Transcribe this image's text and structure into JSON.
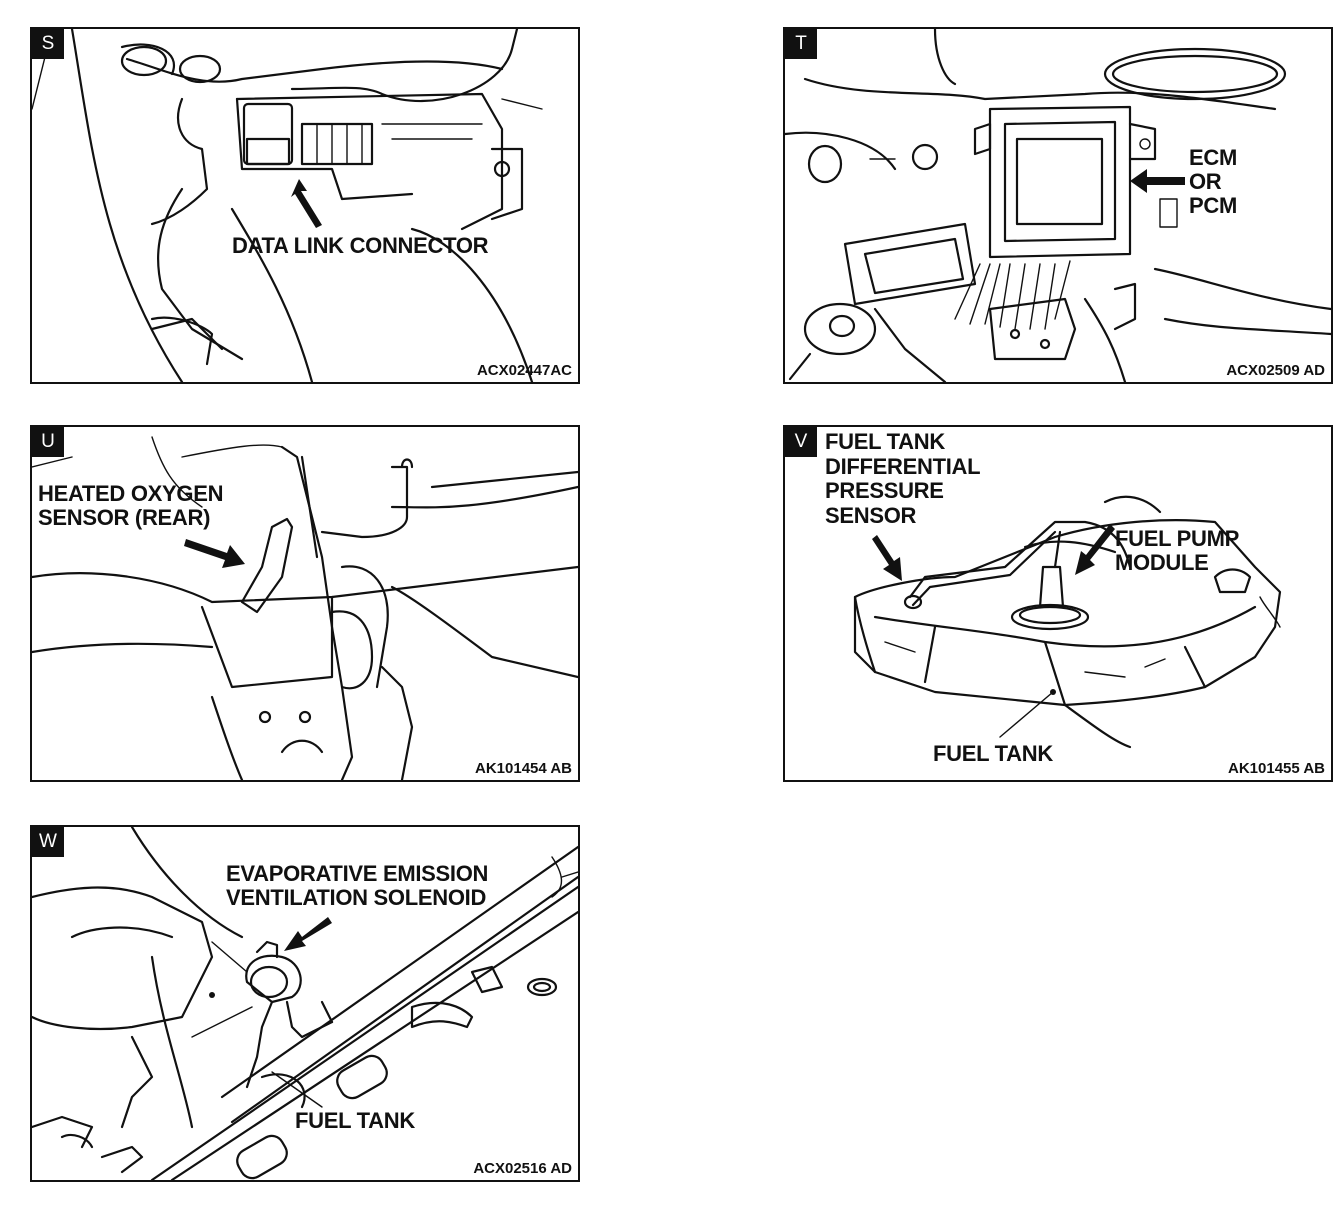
{
  "panels": {
    "s": {
      "letter": "S",
      "labels": {
        "connector": "DATA LINK CONNECTOR"
      },
      "code": "ACX02447AC"
    },
    "t": {
      "letter": "T",
      "labels": {
        "ecm": "ECM",
        "or": "OR",
        "pcm": "PCM"
      },
      "code": "ACX02509 AD"
    },
    "u": {
      "letter": "U",
      "labels": {
        "sensor_line1": "HEATED OXYGEN",
        "sensor_line2": "SENSOR (REAR)"
      },
      "code": "AK101454 AB"
    },
    "v": {
      "letter": "V",
      "labels": {
        "pressure_line1": "FUEL TANK",
        "pressure_line2": "DIFFERENTIAL",
        "pressure_line3": "PRESSURE",
        "pressure_line4": "SENSOR",
        "pump_line1": "FUEL PUMP",
        "pump_line2": "MODULE",
        "tank": "FUEL TANK"
      },
      "code": "AK101455 AB"
    },
    "w": {
      "letter": "W",
      "labels": {
        "solenoid_line1": "EVAPORATIVE EMISSION",
        "solenoid_line2": "VENTILATION SOLENOID",
        "tank": "FUEL TANK"
      },
      "code": "ACX02516 AD"
    }
  }
}
